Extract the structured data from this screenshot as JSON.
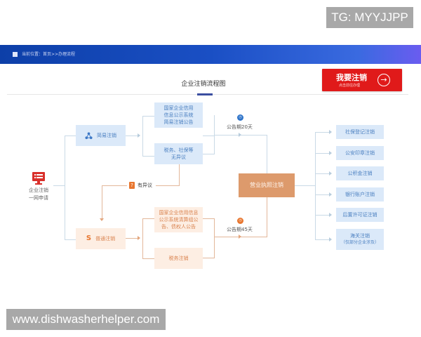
{
  "watermarks": {
    "top": "TG: MYYJJPP",
    "bottom": "www.dishwasherhelper.com"
  },
  "banner": {
    "breadcrumb": "当前位置：首页>>办理流程"
  },
  "page": {
    "title": "企业注销流程图"
  },
  "cta": {
    "label": "我要注销",
    "sublabel": "点击前往办理",
    "icon": "arrow-right-circle-icon",
    "color": "#e01a1a"
  },
  "flow": {
    "start": {
      "line1": "企业注销",
      "line2": "一网申请",
      "icon": "monitor-icon"
    },
    "simple": {
      "label": "简易注销",
      "icon": "recycle-icon",
      "step1": {
        "line1": "国家企业信用",
        "line2": "信息公示系统",
        "line3": "简易注销公告"
      },
      "step2": {
        "line1": "税务、社保等",
        "line2": "无异议"
      },
      "period": "公告期20天"
    },
    "objection": {
      "label": "有异议",
      "icon": "question-icon"
    },
    "normal": {
      "label": "普通注销",
      "icon": "s-icon",
      "step1": {
        "line1": "国家企业信用信息",
        "line2": "公示系统清算组公",
        "line3": "告、债权人公告"
      },
      "step2": {
        "line1": "税务注销"
      },
      "period": "公告期45天"
    },
    "center": {
      "label": "营业执照注销"
    },
    "outcomes": [
      {
        "line1": "社保登记注销"
      },
      {
        "line1": "公安印章注销"
      },
      {
        "line1": "公积金注销"
      },
      {
        "line1": "银行账户注销"
      },
      {
        "line1": "后置许可证注销"
      },
      {
        "line1": "海关注销",
        "line2": "（仅部分企业涉及）"
      }
    ],
    "colors": {
      "blue_box": "#dbe9f9",
      "orange_box": "#fdeee3",
      "center_box": "#dd9a6c",
      "cta_red": "#e01a1a",
      "banner_blue": "#1a4fc4"
    }
  }
}
